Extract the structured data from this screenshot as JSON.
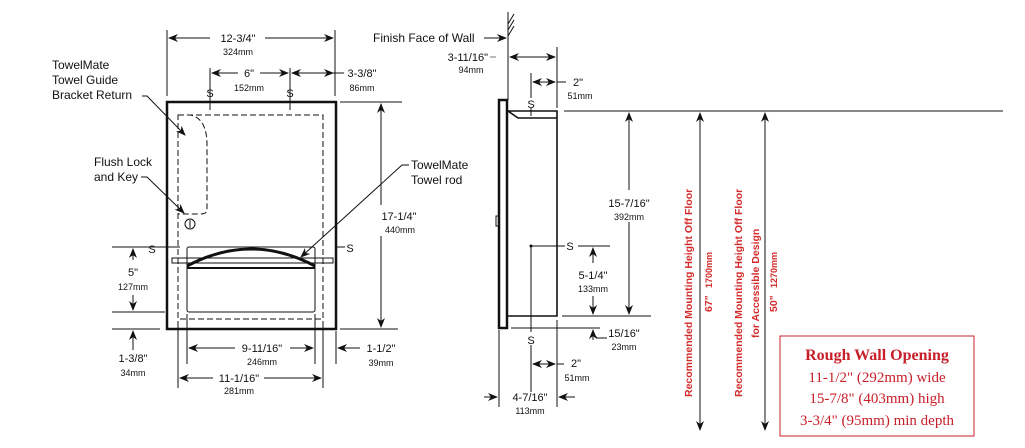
{
  "front_view": {
    "overall_width": {
      "in": "12-3/4\"",
      "mm": "324mm"
    },
    "screw_spacing": {
      "in": "6\"",
      "mm": "152mm"
    },
    "screw_offset": {
      "in": "3-3/8\"",
      "mm": "86mm"
    },
    "overall_height": {
      "in": "17-1/4\"",
      "mm": "440mm"
    },
    "opening_height": {
      "in": "5\"",
      "mm": "127mm"
    },
    "bottom_offset": {
      "in": "1-3/8\"",
      "mm": "34mm"
    },
    "opening_width": {
      "in": "9-11/16\"",
      "mm": "246mm"
    },
    "inner_width": {
      "in": "11-1/16\"",
      "mm": "281mm"
    },
    "side_offset": {
      "in": "1-1/2\"",
      "mm": "39mm"
    },
    "screw_label": "S",
    "callouts": {
      "guide_bracket": [
        "TowelMate",
        "Towel Guide",
        "Bracket Return"
      ],
      "lock": [
        "Flush Lock",
        "and Key"
      ],
      "rod": [
        "TowelMate",
        "Towel rod"
      ]
    }
  },
  "side_view": {
    "wall_label": "Finish Face of Wall",
    "wall_depth": {
      "in": "3-11/16\"",
      "mm": "94mm"
    },
    "top_screw": {
      "in": "2\"",
      "mm": "51mm"
    },
    "body_height": {
      "in": "15-7/16\"",
      "mm": "392mm"
    },
    "screw_height": {
      "in": "5-1/4\"",
      "mm": "133mm"
    },
    "flange_offset": {
      "in": "15/16\"",
      "mm": "23mm"
    },
    "bottom_screw": {
      "in": "2\"",
      "mm": "51mm"
    },
    "overall_depth": {
      "in": "4-7/16\"",
      "mm": "113mm"
    }
  },
  "mounting": {
    "standard": {
      "label": "Recommended Mounting Height Off Floor",
      "value": "67\"",
      "mm": "1700mm"
    },
    "accessible": {
      "label1": "Recommended Mounting Height Off Floor",
      "label2": "for Accessible Design",
      "value": "50\"",
      "mm": "1270mm"
    }
  },
  "rough_opening": {
    "title": "Rough Wall Opening",
    "lines": [
      "11-1/2\" (292mm) wide",
      "15-7/8\" (403mm) high",
      "3-3/4\" (95mm) min depth"
    ]
  },
  "colors": {
    "accent": "#d42a2a"
  }
}
